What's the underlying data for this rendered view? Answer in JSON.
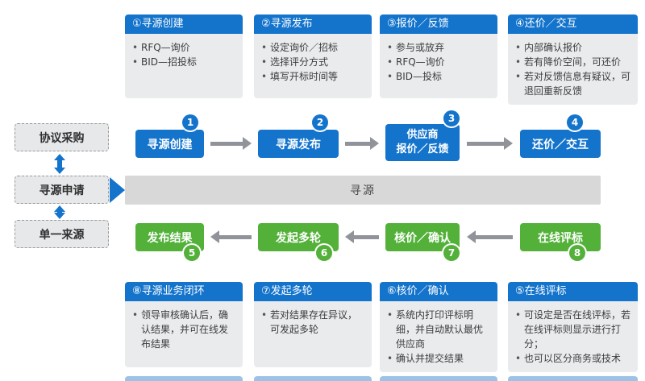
{
  "colors": {
    "blue": "#1474cc",
    "green": "#53b13a",
    "card_body": "#e9ebed",
    "bar_bg": "#d8d8d8",
    "arrow": "#909399",
    "dashed_fill": "#e6e8ea",
    "peek": "#9cc2e5"
  },
  "top_cards": [
    {
      "title": "①寻源创建",
      "bullets": [
        "RFQ—询价",
        "BID—招投标"
      ]
    },
    {
      "title": "②寻源发布",
      "bullets": [
        "设定询价／招标",
        "选择评分方式",
        "填写开标时间等"
      ]
    },
    {
      "title": "③报价／反馈",
      "bullets": [
        "参与或放弃",
        "RFQ—询价",
        "BID—投标"
      ]
    },
    {
      "title": "④还价／交互",
      "bullets": [
        "内部确认报价",
        "若有降价空间，可还价",
        "若对反馈信息有疑议，可退回重新反馈"
      ]
    }
  ],
  "bottom_cards": [
    {
      "title": "⑧寻源业务闭环",
      "bullets": [
        "领导审核确认后，确认结果，并可在线发布结果"
      ]
    },
    {
      "title": "⑦发起多轮",
      "bullets": [
        "若对结果存在异议，可发起多轮"
      ]
    },
    {
      "title": "⑥核价／确认",
      "bullets": [
        "系统内打印评标明细，并自动默认最优供应商",
        "确认并提交结果"
      ]
    },
    {
      "title": "⑤在线评标",
      "bullets": [
        "可设定是否在线评标，若在线评标则显示进行打分；",
        "也可以区分商务或技术"
      ]
    }
  ],
  "sources": [
    {
      "label": "协议采购"
    },
    {
      "label": "寻源申请"
    },
    {
      "label": "单一来源"
    }
  ],
  "flow": {
    "bar_label": "寻源",
    "blue_steps": [
      {
        "label": "寻源创建",
        "num": "1"
      },
      {
        "label": "寻源发布",
        "num": "2"
      },
      {
        "label": "供应商\n报价／反馈",
        "num": "3"
      },
      {
        "label": "还价／交互",
        "num": "4"
      }
    ],
    "green_steps": [
      {
        "label": "发布结果",
        "num": "5"
      },
      {
        "label": "发起多轮",
        "num": "6"
      },
      {
        "label": "核价／确认",
        "num": "7"
      },
      {
        "label": "在线评标",
        "num": "8"
      }
    ]
  }
}
